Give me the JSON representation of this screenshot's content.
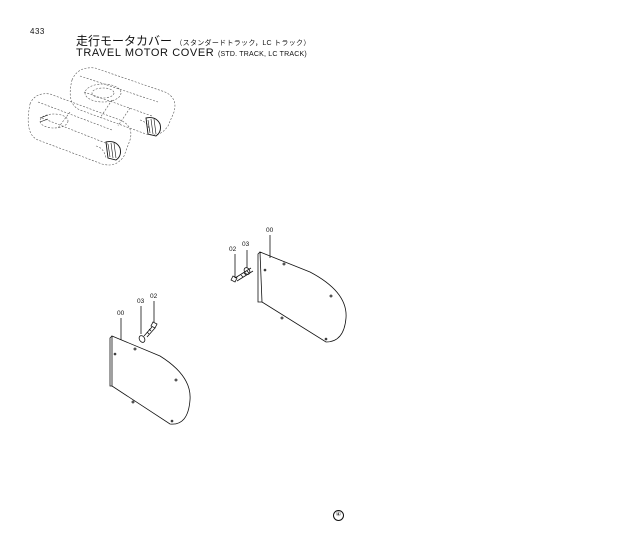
{
  "page": {
    "number": "433"
  },
  "title": {
    "japanese": "走行モータカバー",
    "japanese_sub": "（スタンダードトラック，LC トラック）",
    "english": "TRAVEL MOTOR COVER",
    "english_sub": "(STD. TRACK, LC TRACK)"
  },
  "callouts": {
    "right_cover": "00",
    "right_bolt": "02",
    "right_washer": "03",
    "left_cover": "00",
    "left_bolt": "02",
    "left_washer": "03"
  },
  "footer": {
    "mark": "④"
  }
}
